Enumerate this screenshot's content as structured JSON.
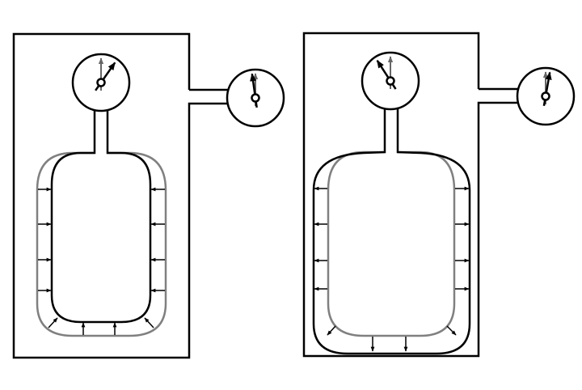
{
  "diagram": {
    "colors": {
      "outline": "#000000",
      "reference": "#808080"
    },
    "panels": [
      {
        "name": "compressed",
        "inner_gauge_needle_deg": 35,
        "outer_gauge_needle_deg": -8,
        "arrow_direction": "inward"
      },
      {
        "name": "expanded",
        "inner_gauge_needle_deg": -33,
        "outer_gauge_needle_deg": 10,
        "arrow_direction": "outward"
      }
    ]
  }
}
